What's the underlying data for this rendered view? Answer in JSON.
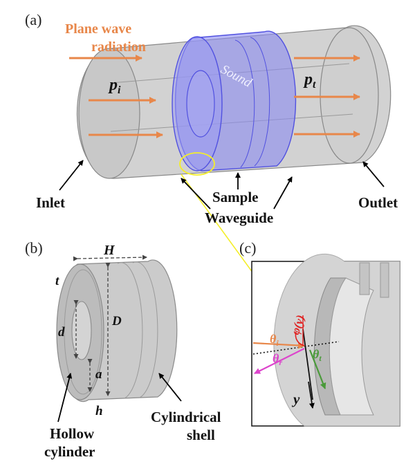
{
  "panel_a": {
    "tag": "(a)",
    "radiation_line1": "Plane wave",
    "radiation_line2": "radiation",
    "p_incident": "p",
    "p_incident_sub": "i",
    "p_transmitted": "p",
    "p_transmitted_sub": "t",
    "sound": "Sound",
    "inlet": "Inlet",
    "outlet": "Outlet",
    "sample": "Sample",
    "waveguide": "Waveguide"
  },
  "panel_b": {
    "tag": "(b)",
    "H": "H",
    "t": "t",
    "D": "D",
    "d": "d",
    "a": "a",
    "h": "h",
    "hollow_line1": "Hollow",
    "hollow_line2": "cylinder",
    "shell_line1": "Cylindrical",
    "shell_line2": "shell"
  },
  "panel_c": {
    "tag": "(c)",
    "phi": "φ(y)",
    "theta_i": "θ",
    "theta_i_sub": "i",
    "theta_r": "θ",
    "theta_r_sub": "r",
    "theta_t": "θ",
    "theta_t_sub": "t",
    "y": "y"
  },
  "colors": {
    "orange": "#e8874a",
    "blue_sample": "#6a6ae8",
    "yellow": "#f4ee2a",
    "red": "#e02020",
    "magenta": "#dd44cc",
    "green": "#4a9a3a",
    "gray_body": "#c9c9c9"
  }
}
